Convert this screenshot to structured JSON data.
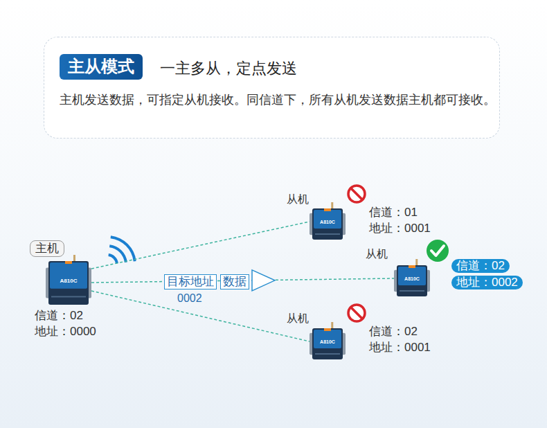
{
  "diagram": {
    "nodes": [
      {
        "text": [
          "一主多从，定点发送",
          "主机发送数据，可指定从机接收。同信道下，所有从机发送数据主机都可接收。"
        ]
      },
      {
        "text": [
          "主从模式"
        ],
        "in": 0
      },
      {
        "text": [
          "主机"
        ]
      },
      {
        "text": [
          "A810C"
        ]
      },
      {
        "text": [
          "A810C"
        ]
      },
      {
        "text": [
          "A810C"
        ]
      },
      {
        "text": [
          "A810C"
        ]
      },
      {
        "text": [
          "目标地址"
        ]
      },
      {
        "text": [
          "数据"
        ]
      },
      {
        "text": [
          "信道：02"
        ]
      },
      {
        "text": [
          "地址：0002"
        ]
      }
    ],
    "edges": [
      {
        "from": 3,
        "to": 4,
        "arrow": "none"
      },
      {
        "from": 3,
        "to": 5,
        "arrow": "to"
      },
      {
        "from": 3,
        "to": 6,
        "arrow": "none"
      }
    ],
    "labels": [
      "信道：02",
      "地址：0000",
      "从机",
      "信道：01",
      "地址：0001",
      "从机",
      "从机",
      "信道：02",
      "地址：0001",
      "0002"
    ]
  }
}
